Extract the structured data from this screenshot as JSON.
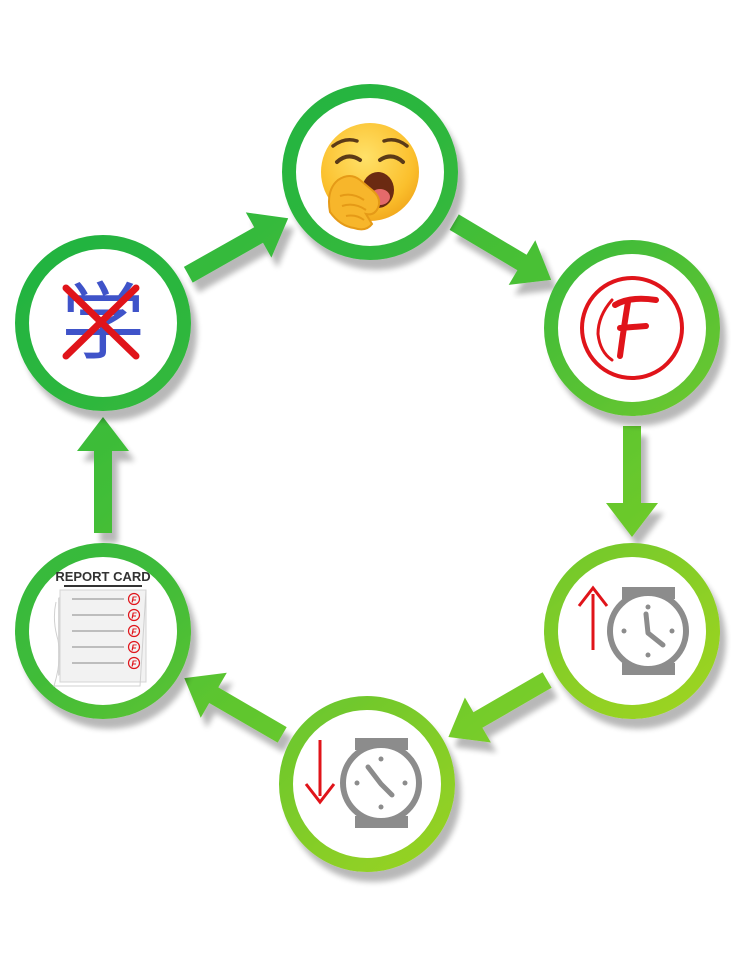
{
  "cycle": {
    "colors": {
      "dark_green": "#1db346",
      "light_green": "#b5dd1c",
      "red_mark": "#e0141a",
      "blue_glyph": "#3f53c9",
      "gray_icon": "#8c8c8c"
    },
    "nodes": [
      {
        "id": "tired",
        "icon": "yawning-face-icon"
      },
      {
        "id": "failing-grade",
        "icon": "grade-f-circle-icon",
        "letter": "F"
      },
      {
        "id": "time-up",
        "icon": "arrow-up-clock-icon"
      },
      {
        "id": "time-down",
        "icon": "arrow-down-clock-icon"
      },
      {
        "id": "report-card",
        "icon": "report-card-icon",
        "title": "REPORT CARD",
        "grades": [
          "F",
          "F",
          "F",
          "F",
          "F"
        ]
      },
      {
        "id": "no-study",
        "icon": "crossed-out-kanji-icon",
        "glyph": "学"
      }
    ],
    "arrows": [
      {
        "from": "tired",
        "to": "failing-grade"
      },
      {
        "from": "failing-grade",
        "to": "time-up"
      },
      {
        "from": "time-up",
        "to": "time-down"
      },
      {
        "from": "time-down",
        "to": "report-card"
      },
      {
        "from": "report-card",
        "to": "no-study"
      },
      {
        "from": "no-study",
        "to": "tired"
      }
    ]
  }
}
